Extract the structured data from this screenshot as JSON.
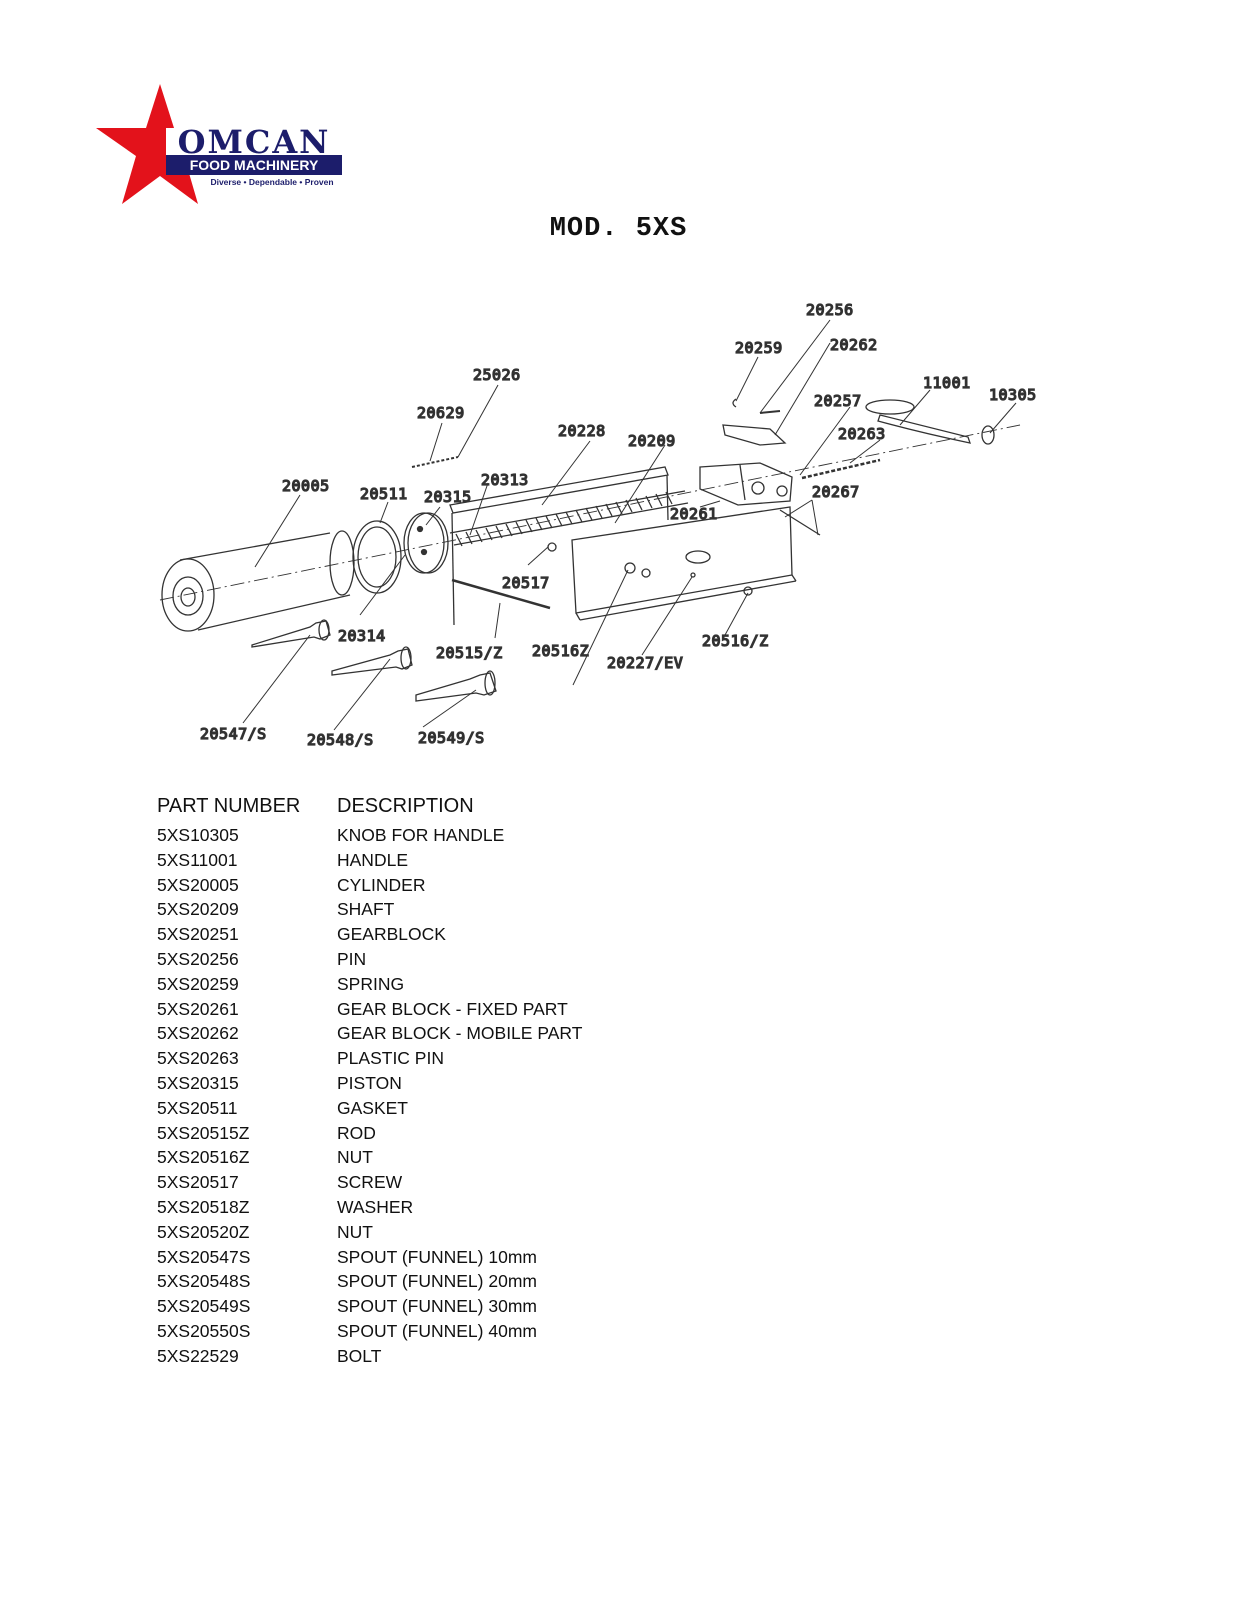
{
  "logo": {
    "brand": "OMCAN",
    "subtitle": "FOOD MACHINERY",
    "tagline": "Diverse • Dependable • Proven",
    "colors": {
      "star": "#e3121b",
      "navy": "#1c1d6b"
    }
  },
  "model_title": "MOD. 5XS",
  "diagram": {
    "callouts": [
      "20256",
      "20259",
      "20262",
      "25026",
      "11001",
      "10305",
      "20257",
      "20629",
      "20228",
      "20209",
      "20263",
      "20005",
      "20511",
      "20315",
      "20313",
      "20261",
      "20267",
      "20517",
      "20314",
      "20515/Z",
      "20516Z",
      "20227/EV",
      "20516/Z",
      "20547/S",
      "20548/S",
      "20549/S"
    ]
  },
  "parts_table": {
    "headers": {
      "part_number": "PART NUMBER",
      "description": "DESCRIPTION"
    },
    "rows": [
      {
        "part_number": "5XS10305",
        "description": "KNOB FOR HANDLE"
      },
      {
        "part_number": "5XS11001",
        "description": "HANDLE"
      },
      {
        "part_number": "5XS20005",
        "description": "CYLINDER"
      },
      {
        "part_number": "5XS20209",
        "description": "SHAFT"
      },
      {
        "part_number": "5XS20251",
        "description": "GEARBLOCK"
      },
      {
        "part_number": "5XS20256",
        "description": "PIN"
      },
      {
        "part_number": "5XS20259",
        "description": "SPRING"
      },
      {
        "part_number": "5XS20261",
        "description": "GEAR BLOCK - FIXED PART"
      },
      {
        "part_number": "5XS20262",
        "description": "GEAR BLOCK - MOBILE PART"
      },
      {
        "part_number": "5XS20263",
        "description": "PLASTIC PIN"
      },
      {
        "part_number": "5XS20315",
        "description": "PISTON"
      },
      {
        "part_number": "5XS20511",
        "description": "GASKET"
      },
      {
        "part_number": "5XS20515Z",
        "description": "ROD"
      },
      {
        "part_number": "5XS20516Z",
        "description": "NUT"
      },
      {
        "part_number": "5XS20517",
        "description": "SCREW"
      },
      {
        "part_number": "5XS20518Z",
        "description": "WASHER"
      },
      {
        "part_number": "5XS20520Z",
        "description": "NUT"
      },
      {
        "part_number": "5XS20547S",
        "description": "SPOUT (FUNNEL) 10mm"
      },
      {
        "part_number": "5XS20548S",
        "description": "SPOUT (FUNNEL) 20mm"
      },
      {
        "part_number": "5XS20549S",
        "description": "SPOUT (FUNNEL) 30mm"
      },
      {
        "part_number": "5XS20550S",
        "description": "SPOUT (FUNNEL) 40mm"
      },
      {
        "part_number": "5XS22529",
        "description": "BOLT"
      }
    ]
  }
}
